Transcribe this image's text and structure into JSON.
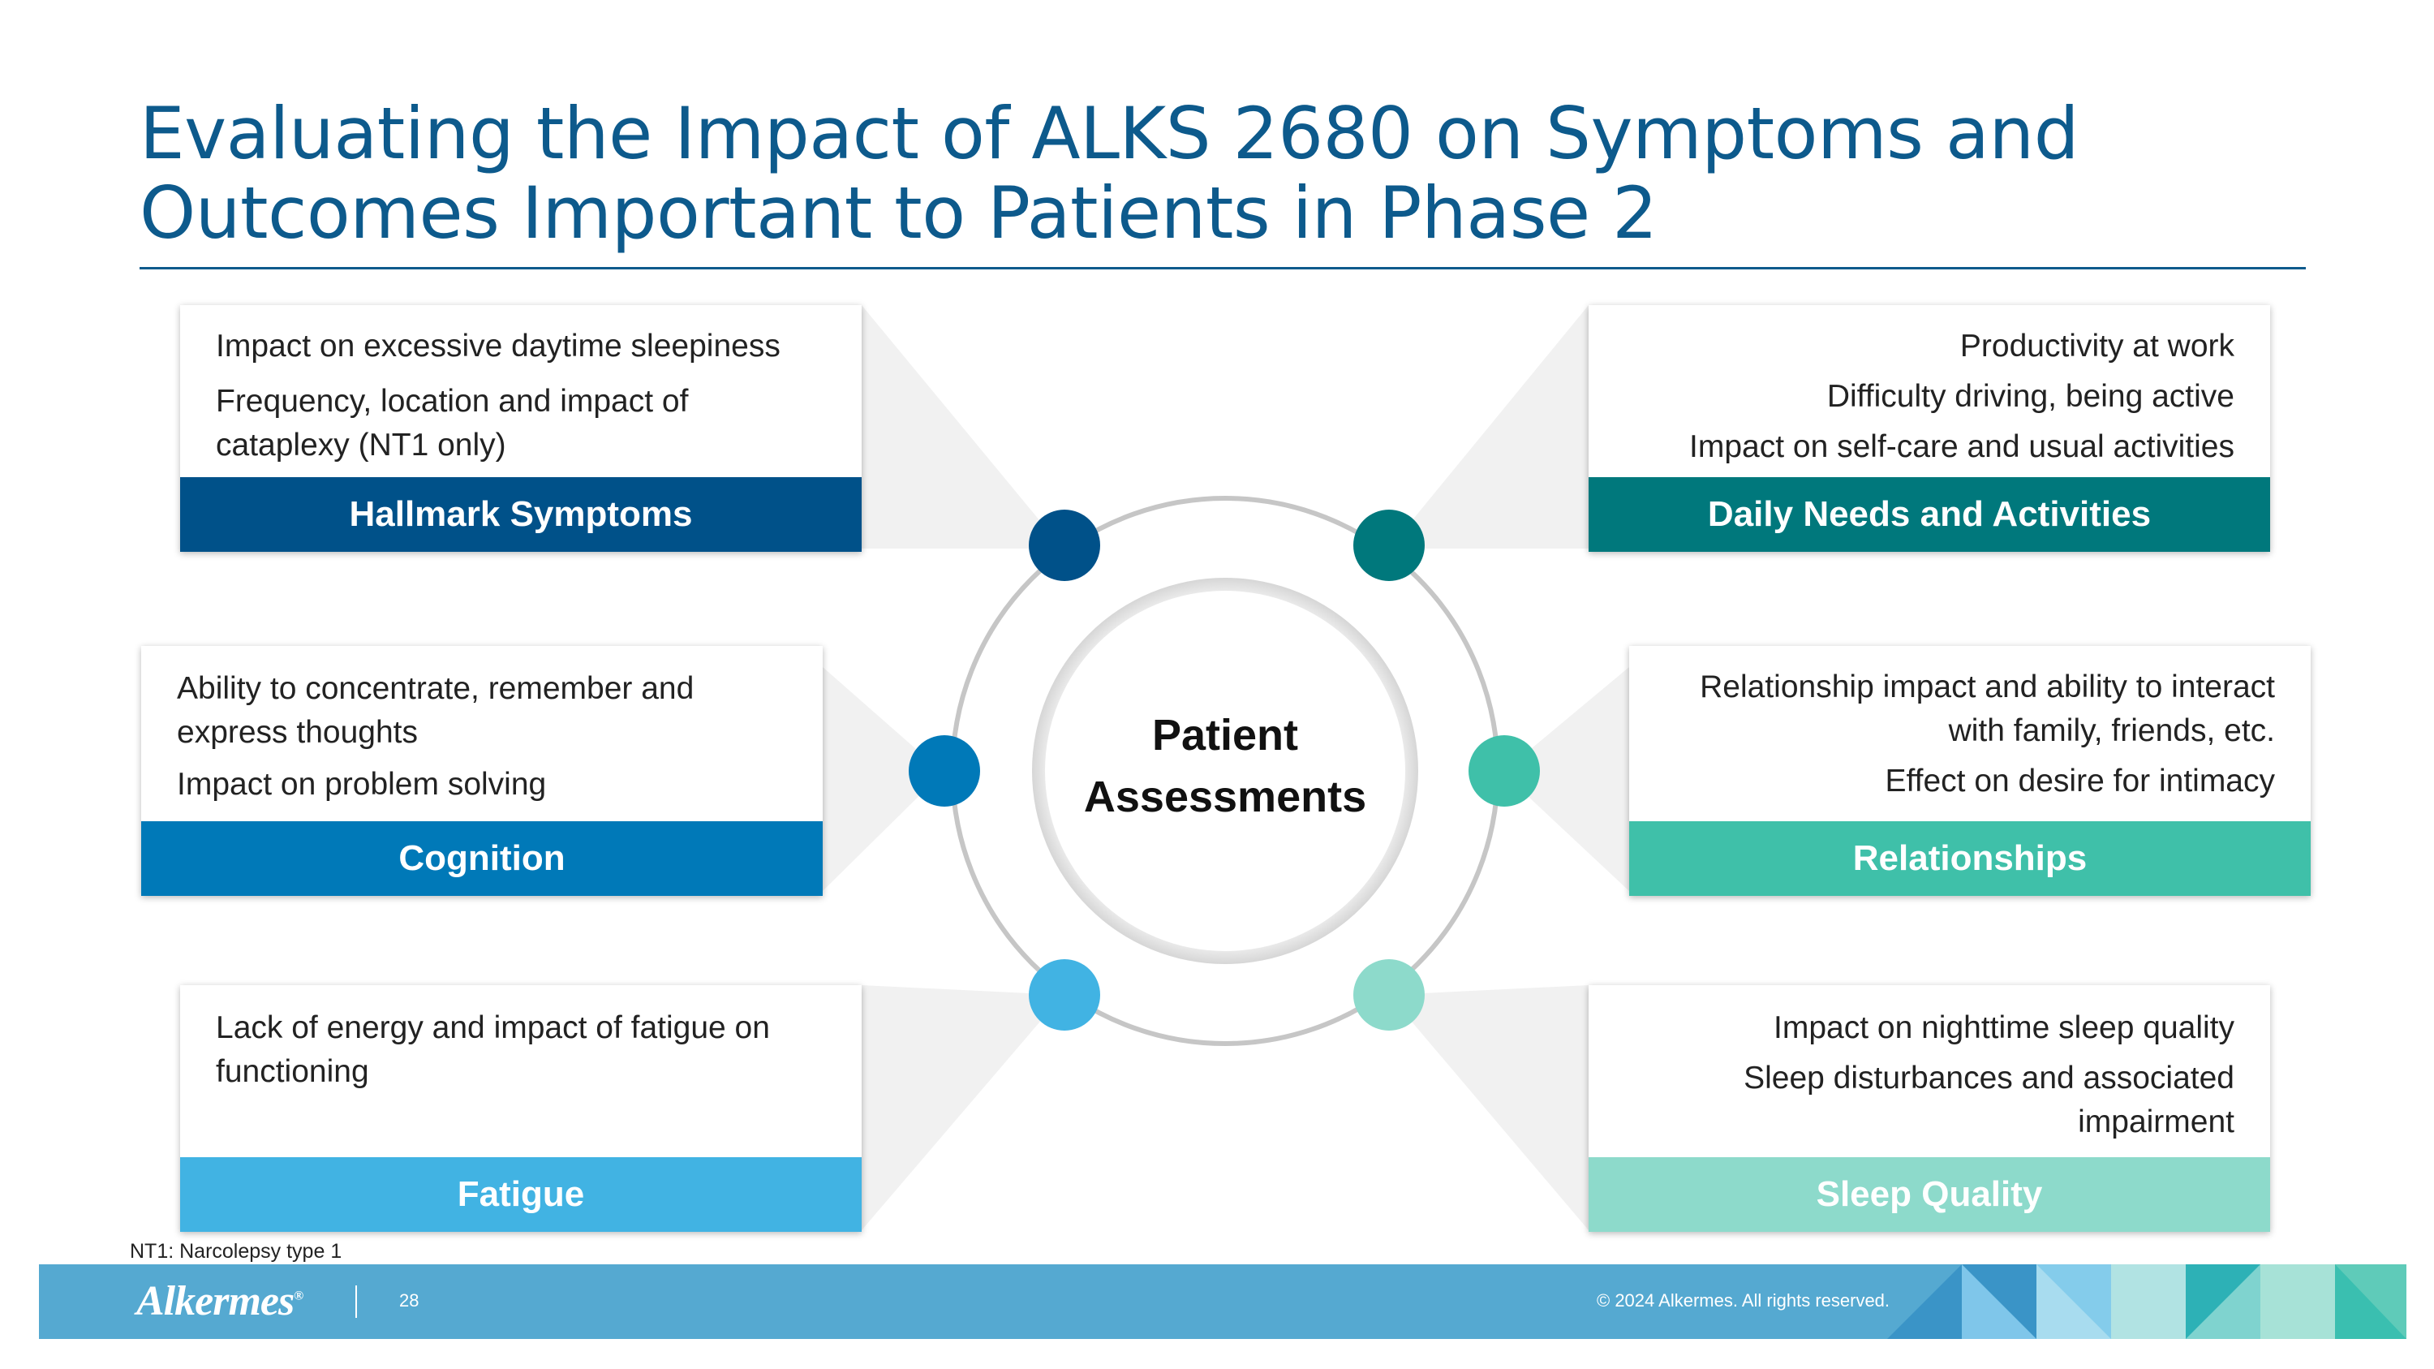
{
  "title": {
    "line1": "Evaluating the Impact of ALKS 2680 on Symptoms and",
    "line2": "Outcomes Important to Patients in Phase 2"
  },
  "center": {
    "line1": "Patient",
    "line2": "Assessments"
  },
  "cards": {
    "hallmark": {
      "items": [
        "Impact on excessive daytime sleepiness",
        "Frequency, location and impact of cataplexy (NT1 only)"
      ],
      "label": "Hallmark Symptoms",
      "color": "#005189"
    },
    "cognition": {
      "items": [
        "Ability to concentrate, remember and express thoughts",
        "Impact on problem solving"
      ],
      "label": "Cognition",
      "color": "#0079b8"
    },
    "fatigue": {
      "items": [
        "Lack of energy and impact of fatigue on functioning"
      ],
      "label": "Fatigue",
      "color": "#41b3e3"
    },
    "daily": {
      "items": [
        "Productivity at work",
        "Difficulty driving, being active",
        "Impact on self-care and usual activities"
      ],
      "label": "Daily Needs and Activities",
      "color": "#00787c"
    },
    "relationships": {
      "items": [
        "Relationship impact and ability to interact with family, friends, etc.",
        "Effect on desire for intimacy"
      ],
      "label": "Relationships",
      "color": "#3fc0a9"
    },
    "sleep": {
      "items": [
        "Impact on nighttime sleep quality",
        "Sleep disturbances and associated impairment"
      ],
      "label": "Sleep Quality",
      "color": "#8ddacb"
    }
  },
  "footnote": "NT1: Narcolepsy type 1",
  "footer": {
    "logo": "Alkermes",
    "logo_mark": "®",
    "page_number": "28",
    "copyright": "© 2024 Alkermes. All rights reserved.",
    "bg_color": "#55a9d1"
  }
}
